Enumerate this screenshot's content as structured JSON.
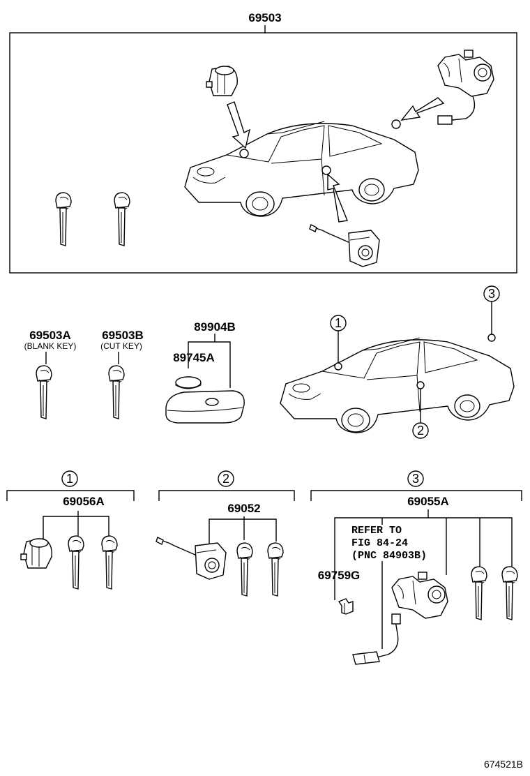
{
  "labels": {
    "assembly": "69503",
    "blank_key": "69503A",
    "blank_key_note": "(BLANK KEY)",
    "cut_key": "69503B",
    "cut_key_note": "(CUT KEY)",
    "transmitter": "89904B",
    "battery": "89745A",
    "hood_set": "69056A",
    "door_set": "69052",
    "trunk_set": "69055A",
    "trunk_small": "69759G",
    "refer_line1": "REFER TO",
    "refer_line2": "FIG 84-24",
    "refer_line3": "(PNC 84903B)",
    "callout_1": "1",
    "callout_2": "2",
    "callout_3": "3",
    "figure_code": "674521B"
  }
}
